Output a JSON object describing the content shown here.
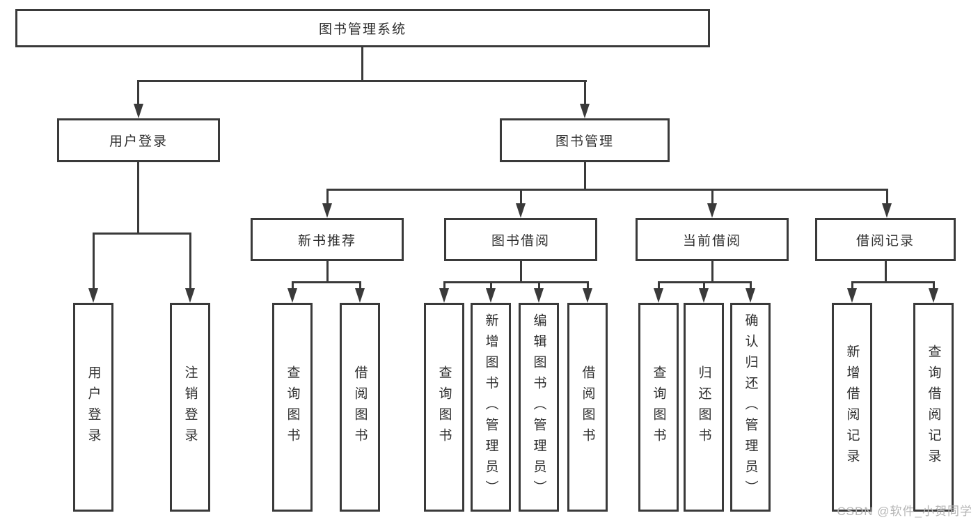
{
  "colors": {
    "line": "#3a3a3a",
    "text": "#2f2f2f",
    "watermark": "#b5b5b5",
    "background": "#ffffff"
  },
  "nodes": {
    "root": "图书管理系统",
    "user_login": "用户登录",
    "book_mgmt": "图书管理",
    "new_book_rec": "新书推荐",
    "book_borrow": "图书借阅",
    "current_borrow": "当前借阅",
    "borrow_records": "借阅记录",
    "leaf_user_login": "用户登录",
    "leaf_logout": "注销登录",
    "leaf_nbr_query": "查询图书",
    "leaf_nbr_borrow": "借阅图书",
    "leaf_bb_query": "查询图书",
    "leaf_bb_add": "新增图书（管理员）",
    "leaf_bb_edit": "编辑图书（管理员）",
    "leaf_bb_borrow": "借阅图书",
    "leaf_cb_query": "查询图书",
    "leaf_cb_return": "归还图书",
    "leaf_cb_confirm": "确认归还（管理员）",
    "leaf_br_add": "新增借阅记录",
    "leaf_br_query": "查询借阅记录"
  },
  "watermark": "CSDN @软件_小贺同学"
}
